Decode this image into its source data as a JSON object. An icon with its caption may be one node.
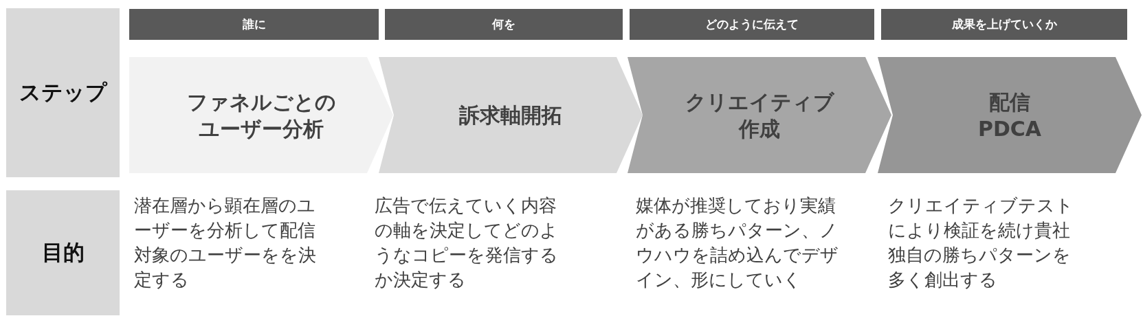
{
  "diagram": {
    "nodes": [
      {
        "text": [
          "ステップ"
        ]
      },
      {
        "text": [
          "目的"
        ]
      },
      {
        "text": [
          "誰に"
        ]
      },
      {
        "text": [
          "何を"
        ]
      },
      {
        "text": [
          "どのように伝えて"
        ]
      },
      {
        "text": [
          "成果を上げていくか"
        ]
      },
      {
        "text": [
          "ファネルごとのユーザー分析"
        ]
      },
      {
        "text": [
          "訴求軸開拓"
        ]
      },
      {
        "text": [
          "クリエイティブ作成"
        ]
      },
      {
        "text": [
          "配信 PDCA"
        ]
      }
    ],
    "labels": [
      "潜在層から顕在層のユーザーを分析して配信対象のユーザーをを決定する",
      "広告で伝えていく内容の軸を決定してどのようなコピーを発信するか決定する",
      "媒体が推奨しており実績がある勝ちパターン、ノウハウを詰め込んでデザイン、形にしていく",
      "クリエイティブテストにより検証を続け貴社独自の勝ちパターンを多く創出する"
    ]
  }
}
